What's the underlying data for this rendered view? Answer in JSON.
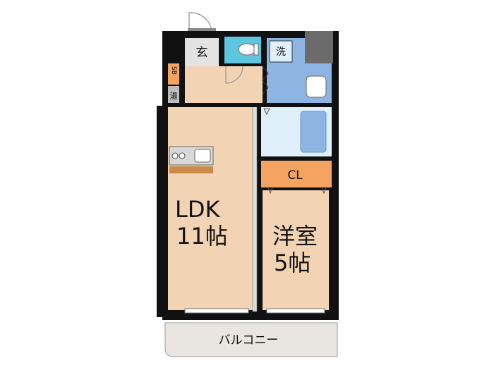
{
  "rooms": {
    "entrance": "玄",
    "shoe_box": "SB",
    "water_heater": "湯",
    "washer": "洗",
    "closet": "CL",
    "ldk_name": "LDK",
    "ldk_size": "11帖",
    "western_name": "洋室",
    "western_size": "5帖",
    "balcony": "バルコニー"
  },
  "colors": {
    "floor_tan": "#f2d3b3",
    "wet_blue": "#8eb4e3",
    "light_blue": "#dff0fa",
    "toilet_cyan": "#5fc6e0",
    "closet_orange": "#f4a460",
    "wall": "#111111",
    "gray": "#6b6b6b",
    "balcony": "#e9e5e0"
  }
}
